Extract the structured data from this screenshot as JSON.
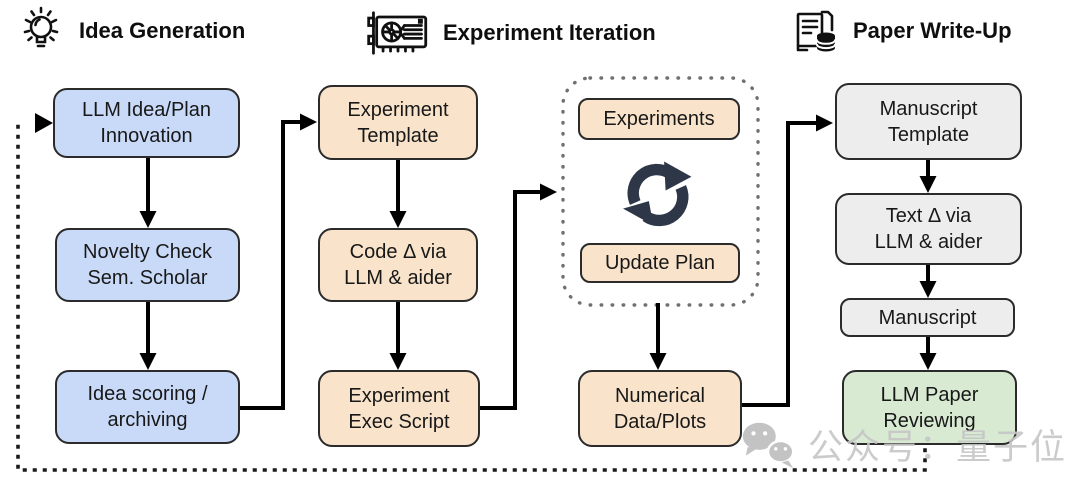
{
  "headers": [
    {
      "label": "Idea Generation",
      "icon": "lightbulb-icon"
    },
    {
      "label": "Experiment Iteration",
      "icon": "gpu-icon"
    },
    {
      "label": "Paper Write-Up",
      "icon": "paper-stack-icon"
    }
  ],
  "nodes": {
    "llm_idea_plan": {
      "line1": "LLM Idea/Plan",
      "line2": "Innovation"
    },
    "novelty_check": {
      "line1": "Novelty Check",
      "line2": "Sem. Scholar"
    },
    "idea_scoring": {
      "line1": "Idea scoring /",
      "line2": "archiving"
    },
    "experiment_template": {
      "line1": "Experiment",
      "line2": "Template"
    },
    "code_delta": {
      "line1": "Code Δ via",
      "line2": "LLM & aider"
    },
    "experiment_exec": {
      "line1": "Experiment",
      "line2": "Exec Script"
    },
    "experiments": {
      "line1": "Experiments"
    },
    "update_plan": {
      "line1": "Update Plan"
    },
    "numerical_data": {
      "line1": "Numerical",
      "line2": "Data/Plots"
    },
    "manuscript_template": {
      "line1": "Manuscript",
      "line2": "Template"
    },
    "text_delta": {
      "line1": "Text Δ via",
      "line2": "LLM & aider"
    },
    "manuscript": {
      "line1": "Manuscript"
    },
    "llm_paper_reviewing": {
      "line1": "LLM Paper",
      "line2": "Reviewing"
    }
  },
  "edges": [
    {
      "from": "llm_idea_plan",
      "to": "novelty_check",
      "style": "solid"
    },
    {
      "from": "novelty_check",
      "to": "idea_scoring",
      "style": "solid"
    },
    {
      "from": "idea_scoring",
      "to": "experiment_template",
      "style": "solid"
    },
    {
      "from": "experiment_template",
      "to": "code_delta",
      "style": "solid"
    },
    {
      "from": "code_delta",
      "to": "experiment_exec",
      "style": "solid"
    },
    {
      "from": "experiment_exec",
      "to": "experiment_loop",
      "style": "solid"
    },
    {
      "from": "update_plan",
      "to": "numerical_data",
      "style": "solid"
    },
    {
      "from": "numerical_data",
      "to": "manuscript_template",
      "style": "solid"
    },
    {
      "from": "manuscript_template",
      "to": "text_delta",
      "style": "solid"
    },
    {
      "from": "text_delta",
      "to": "manuscript",
      "style": "solid"
    },
    {
      "from": "manuscript",
      "to": "llm_paper_reviewing",
      "style": "solid"
    },
    {
      "from": "llm_paper_reviewing",
      "to": "llm_idea_plan",
      "style": "dotted"
    }
  ],
  "colors": {
    "idea_fill": "#c9daf8",
    "experiment_fill": "#f9e4cb",
    "writeup_fill": "#ededed",
    "review_fill": "#d9ead3",
    "border": "#2b2b2b",
    "cycle_icon": "#2d3748",
    "dashed_container": "#707070",
    "watermark_gray": "#c6c6c6"
  },
  "watermark": {
    "text": "公众号：量子位",
    "icon": "wechat-icon"
  }
}
